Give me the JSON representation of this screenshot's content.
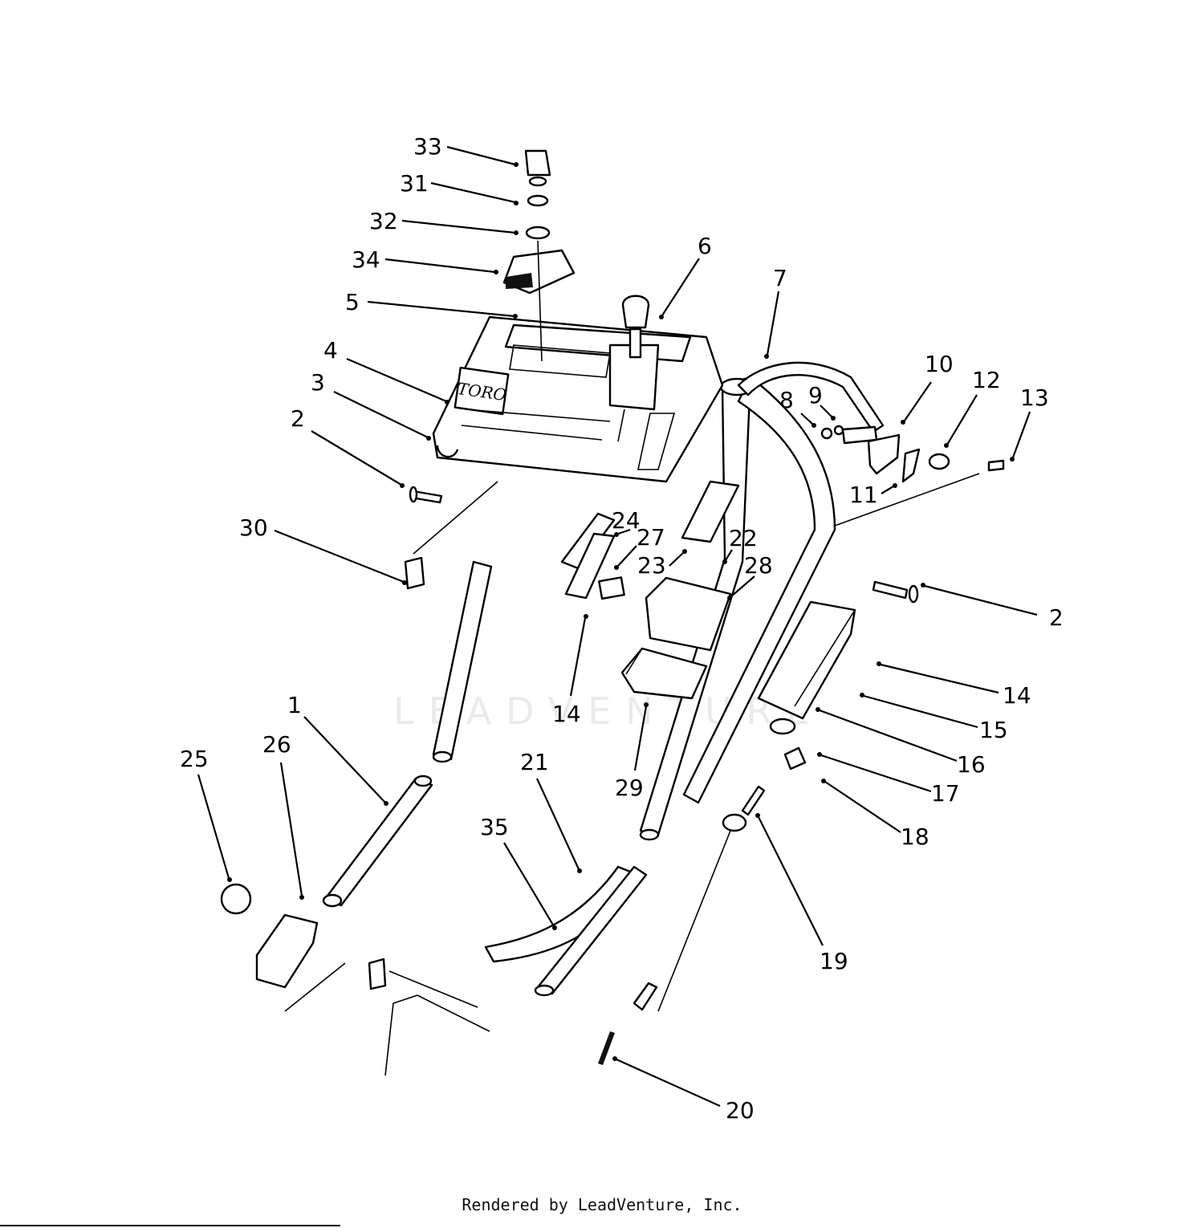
{
  "watermark": "LEADVENTURE",
  "footer": "Rendered by LeadVenture, Inc.",
  "logo_text": "TORO",
  "callouts": [
    "33",
    "31",
    "32",
    "34",
    "5",
    "6",
    "4",
    "3",
    "7",
    "2",
    "10",
    "8",
    "9",
    "12",
    "13",
    "11",
    "30",
    "24",
    "27",
    "22",
    "23",
    "28",
    "2",
    "14",
    "14",
    "15",
    "16",
    "1",
    "29",
    "17",
    "25",
    "26",
    "21",
    "18",
    "35",
    "19",
    "20"
  ]
}
